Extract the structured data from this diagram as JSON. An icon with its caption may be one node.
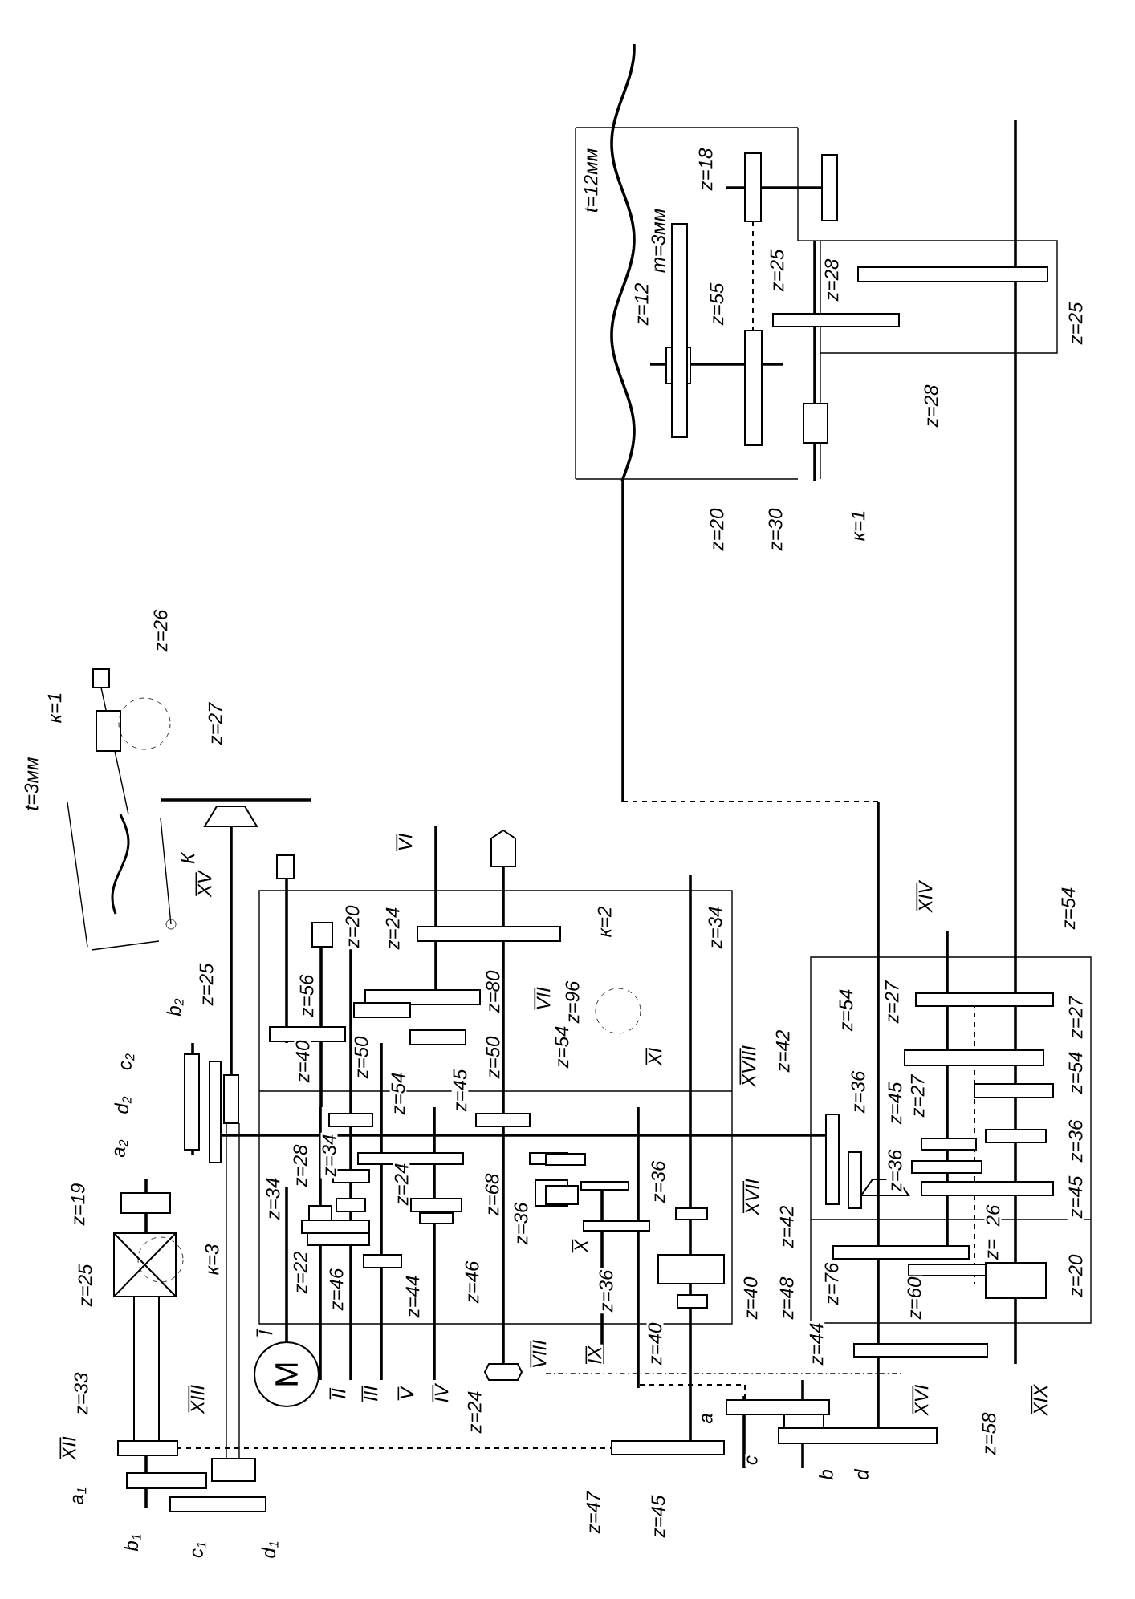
{
  "diagram": {
    "nodes": [
      {
        "text": [
          "M"
        ]
      }
    ],
    "labels": [
      "t=12мм",
      "z=18",
      "m=3мм",
      "z=25",
      "z=28",
      "z=12",
      "z=55",
      "z=25",
      "z=28",
      "z=20",
      "z=30",
      "к=1",
      "z=26",
      "к=1",
      "z=27",
      "t=3мм",
      "VI",
      "К",
      "XV",
      "XIV",
      "z=54",
      "к=2",
      "z=34",
      "z=20",
      "z=24",
      "z=25",
      "z=80",
      "z=56",
      "VII",
      "z=96",
      "z=27",
      "b$_{2}$",
      "z=54",
      "z=27",
      "z=54",
      "z=42",
      "XI",
      "z=50",
      "z=50",
      "z=40",
      "c$_{2}$",
      "XVIII",
      "z=54",
      "z=45",
      "z=54",
      "z=36",
      "z=27",
      "z=45",
      "d$_{2}$",
      "z=36",
      "a$_{2}$",
      "z=28",
      "z=34",
      "z=36",
      "z=36",
      "z=24",
      "z=68",
      "XVII",
      "z=45",
      "z=34",
      "z=19",
      "26",
      "z=36",
      "z=42",
      "z=",
      "z=36",
      "X",
      "к=3",
      "z=22",
      "z=20",
      "z=46",
      "z=76",
      "z=25",
      "z=46",
      "z=44",
      "z=48",
      "z=40",
      "z=60",
      "I",
      "z=40",
      "z=44",
      "VIII",
      "IX",
      "II",
      "III",
      "V",
      "IV",
      "z=33",
      "XIII",
      "XVI",
      "XIX",
      "z=24",
      "a",
      "z=58",
      "XII",
      "c",
      "b",
      "d",
      "a$_{1}$",
      "z=47",
      "z=45",
      "b$_{1}$",
      "c$_{1}$",
      "d$_{1}$"
    ]
  }
}
